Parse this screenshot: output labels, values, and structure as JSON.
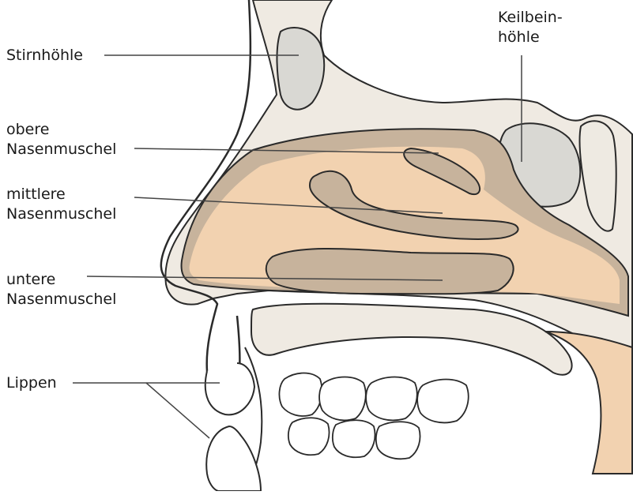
{
  "labels": {
    "stirnhoehle": "Stirnhöhle",
    "obere": {
      "line1": "obere",
      "line2": "Nasenmuschel"
    },
    "mittlere": {
      "line1": "mittlere",
      "line2": "Nasenmuschel"
    },
    "untere": {
      "line1": "untere",
      "line2": "Nasenmuschel"
    },
    "lippen": "Lippen",
    "keilbein": {
      "line1": "Keilbein-",
      "line2": "höhle"
    }
  },
  "colors": {
    "nasal_cavity": "#f2d2b0",
    "mucosa": "#c7b39c",
    "bone": "#efeae2",
    "sinus": "#d9d8d3",
    "outline": "#2a2a2a",
    "leader": "#444444"
  }
}
